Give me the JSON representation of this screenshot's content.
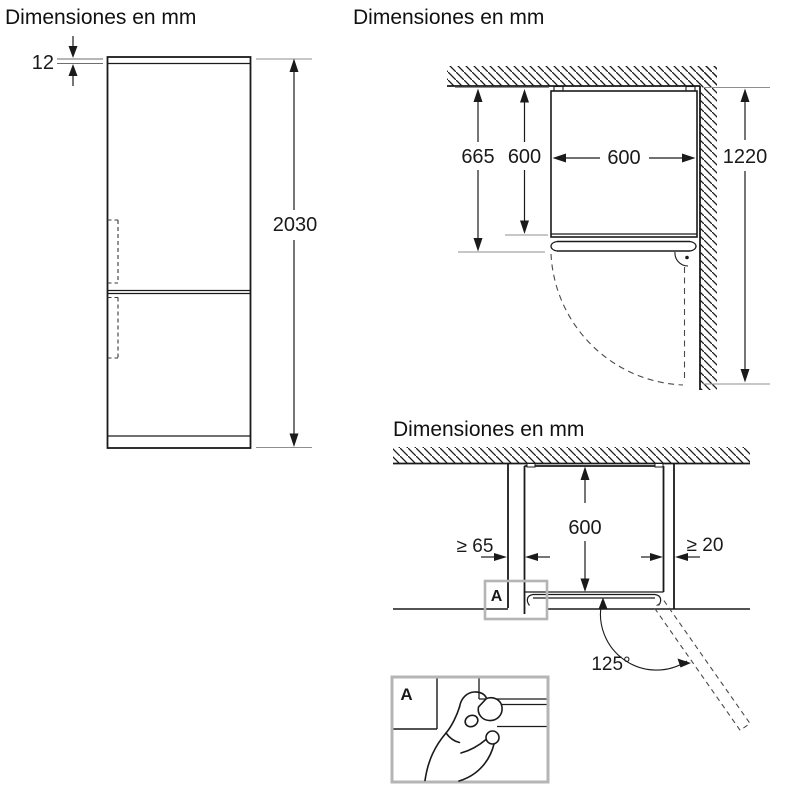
{
  "front": {
    "title": "Dimensiones en mm",
    "top_thickness": "12",
    "height": "2030"
  },
  "top": {
    "title": "Dimensiones en mm",
    "depth_with_door": "665",
    "depth_body": "600",
    "width": "600",
    "side_wall_depth": "1220"
  },
  "niche": {
    "title": "Dimensiones en mm",
    "depth": "600",
    "clearance_left": "≥ 65",
    "clearance_right": "≥ 20",
    "door_opening_angle": "125°",
    "detail_marker": "A"
  },
  "detail": {
    "marker": "A"
  },
  "colors": {
    "line": "#1a1a1a",
    "extension_line": "#8f8f8f",
    "detail_frame": "#b5b5b5",
    "background": "#ffffff"
  }
}
